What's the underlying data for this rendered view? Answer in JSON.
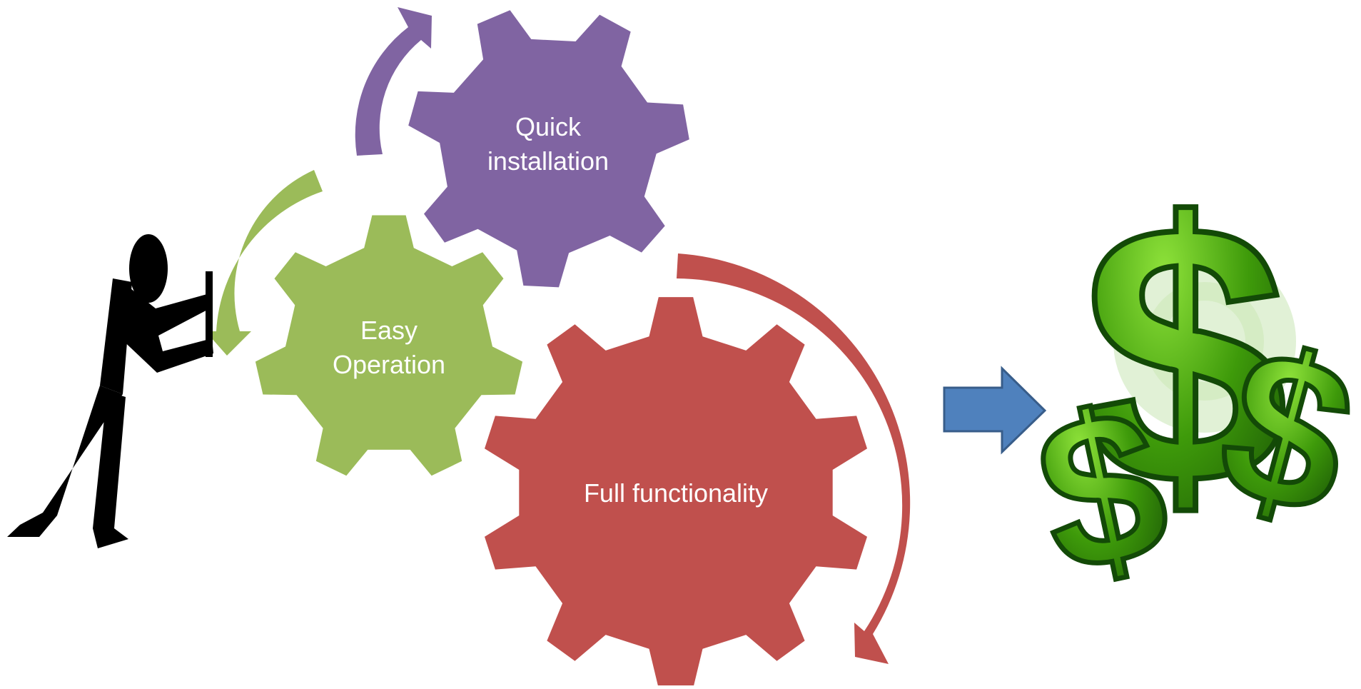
{
  "gears": [
    {
      "id": "quick",
      "lines": [
        "Quick",
        "installation"
      ],
      "color": "#8064A2"
    },
    {
      "id": "easy",
      "lines": [
        "Easy",
        "Operation"
      ],
      "color": "#9BBB59"
    },
    {
      "id": "full",
      "lines": [
        "Full functionality"
      ],
      "color": "#C0504D"
    }
  ],
  "colors": {
    "person": "#000000",
    "flow_arrow": "#4F81BD",
    "money_green": "#3E9A0A",
    "money_dark": "#134A07"
  },
  "icons": [
    "person-pushing-icon",
    "dollar-signs-icon",
    "right-arrow-icon"
  ]
}
